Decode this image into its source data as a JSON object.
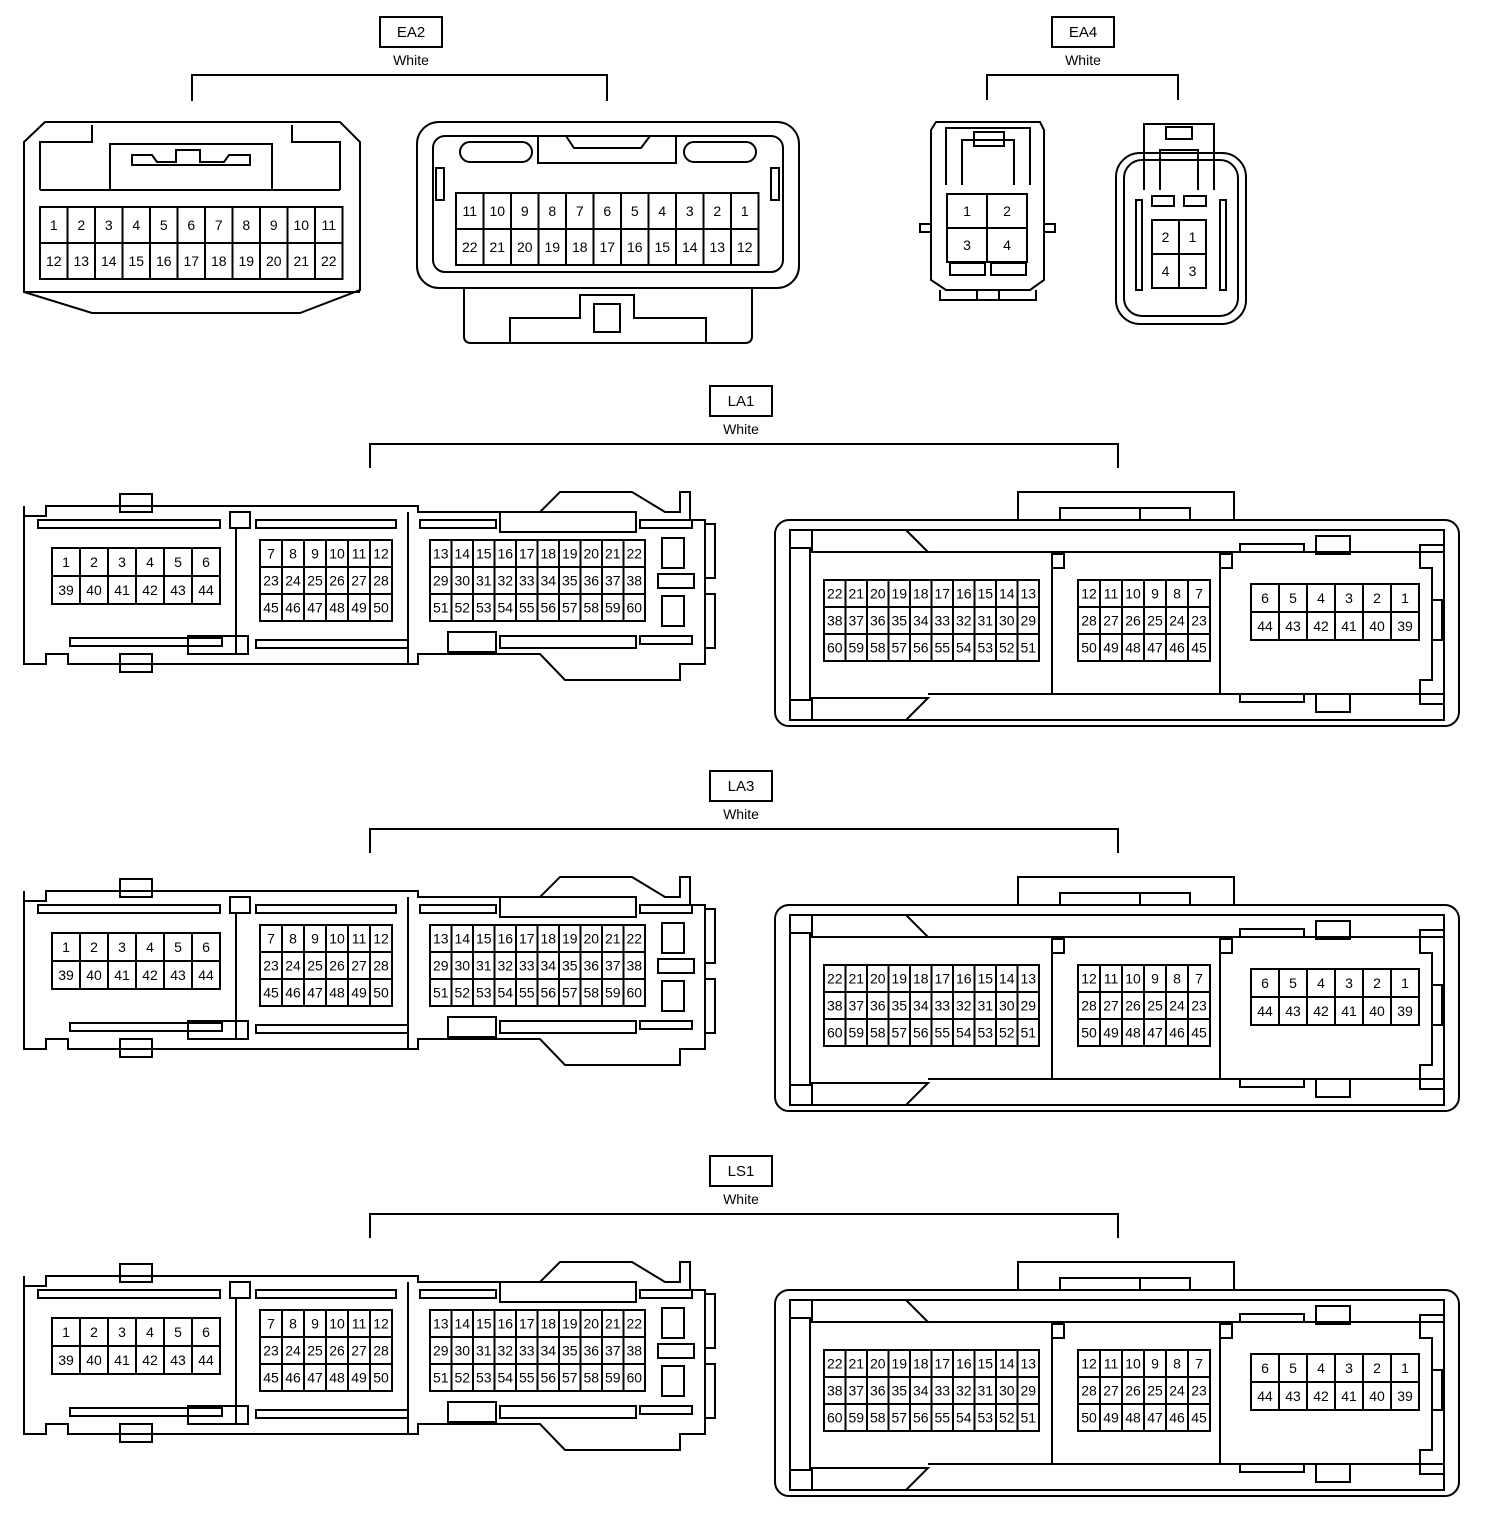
{
  "connectors": {
    "ea2": {
      "label": "EA2",
      "color": "White",
      "left_rows": [
        [
          "1",
          "2",
          "3",
          "4",
          "5",
          "6",
          "7",
          "8",
          "9",
          "10",
          "11"
        ],
        [
          "12",
          "13",
          "14",
          "15",
          "16",
          "17",
          "18",
          "19",
          "20",
          "21",
          "22"
        ]
      ],
      "right_rows": [
        [
          "11",
          "10",
          "9",
          "8",
          "7",
          "6",
          "5",
          "4",
          "3",
          "2",
          "1"
        ],
        [
          "22",
          "21",
          "20",
          "19",
          "18",
          "17",
          "16",
          "15",
          "14",
          "13",
          "12"
        ]
      ]
    },
    "ea4": {
      "label": "EA4",
      "color": "White",
      "left_rows": [
        [
          "1",
          "2"
        ],
        [
          "3",
          "4"
        ]
      ],
      "right_rows": [
        [
          "2",
          "1"
        ],
        [
          "4",
          "3"
        ]
      ]
    },
    "la1": {
      "label": "LA1",
      "color": "White"
    },
    "la3": {
      "label": "LA3",
      "color": "White"
    },
    "ls1": {
      "label": "LS1",
      "color": "White"
    }
  },
  "ecu_pinout": {
    "left": {
      "a": [
        [
          "1",
          "2",
          "3",
          "4",
          "5",
          "6"
        ],
        [
          "39",
          "40",
          "41",
          "42",
          "43",
          "44"
        ]
      ],
      "b": [
        [
          "7",
          "8",
          "9",
          "10",
          "11",
          "12"
        ],
        [
          "23",
          "24",
          "25",
          "26",
          "27",
          "28"
        ],
        [
          "45",
          "46",
          "47",
          "48",
          "49",
          "50"
        ]
      ],
      "c": [
        [
          "13",
          "14",
          "15",
          "16",
          "17",
          "18",
          "19",
          "20",
          "21",
          "22"
        ],
        [
          "29",
          "30",
          "31",
          "32",
          "33",
          "34",
          "35",
          "36",
          "37",
          "38"
        ],
        [
          "51",
          "52",
          "53",
          "54",
          "55",
          "56",
          "57",
          "58",
          "59",
          "60"
        ]
      ]
    },
    "right": {
      "a": [
        [
          "22",
          "21",
          "20",
          "19",
          "18",
          "17",
          "16",
          "15",
          "14",
          "13"
        ],
        [
          "38",
          "37",
          "36",
          "35",
          "34",
          "33",
          "32",
          "31",
          "30",
          "29"
        ],
        [
          "60",
          "59",
          "58",
          "57",
          "56",
          "55",
          "54",
          "53",
          "52",
          "51"
        ]
      ],
      "b": [
        [
          "12",
          "11",
          "10",
          "9",
          "8",
          "7"
        ],
        [
          "28",
          "27",
          "26",
          "25",
          "24",
          "23"
        ],
        [
          "50",
          "49",
          "48",
          "47",
          "46",
          "45"
        ]
      ],
      "c": [
        [
          "6",
          "5",
          "4",
          "3",
          "2",
          "1"
        ],
        [
          "44",
          "43",
          "42",
          "41",
          "40",
          "39"
        ]
      ]
    }
  }
}
